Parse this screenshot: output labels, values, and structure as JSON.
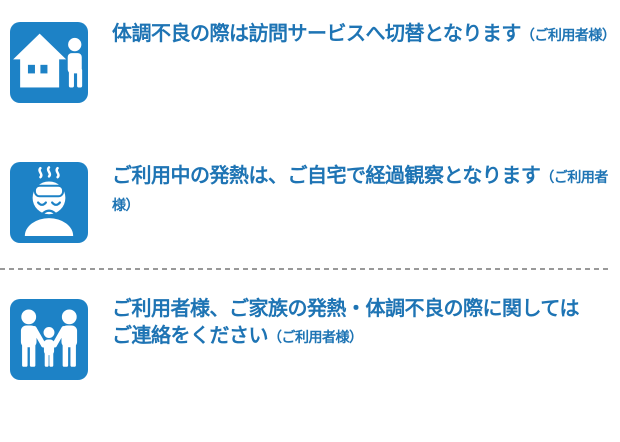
{
  "colors": {
    "icon-blue": "#1d82c6",
    "text-blue": "#1e74b4",
    "divider-gray": "#999999",
    "background": "#ffffff"
  },
  "notices": [
    {
      "icon": "home-visit-icon",
      "text": "体調不良の際は訪問サービスへ切替となります",
      "note": "（ご利用者様）"
    },
    {
      "icon": "fever-person-icon",
      "text": "ご利用中の発熱は、ご自宅で経過観察となります",
      "note": "（ご利用者様）"
    },
    {
      "icon": "family-icon",
      "text": "ご利用者様、ご家族の発熱・体調不良の際に関しては\nご連絡をください",
      "note": "（ご利用者様）"
    }
  ]
}
